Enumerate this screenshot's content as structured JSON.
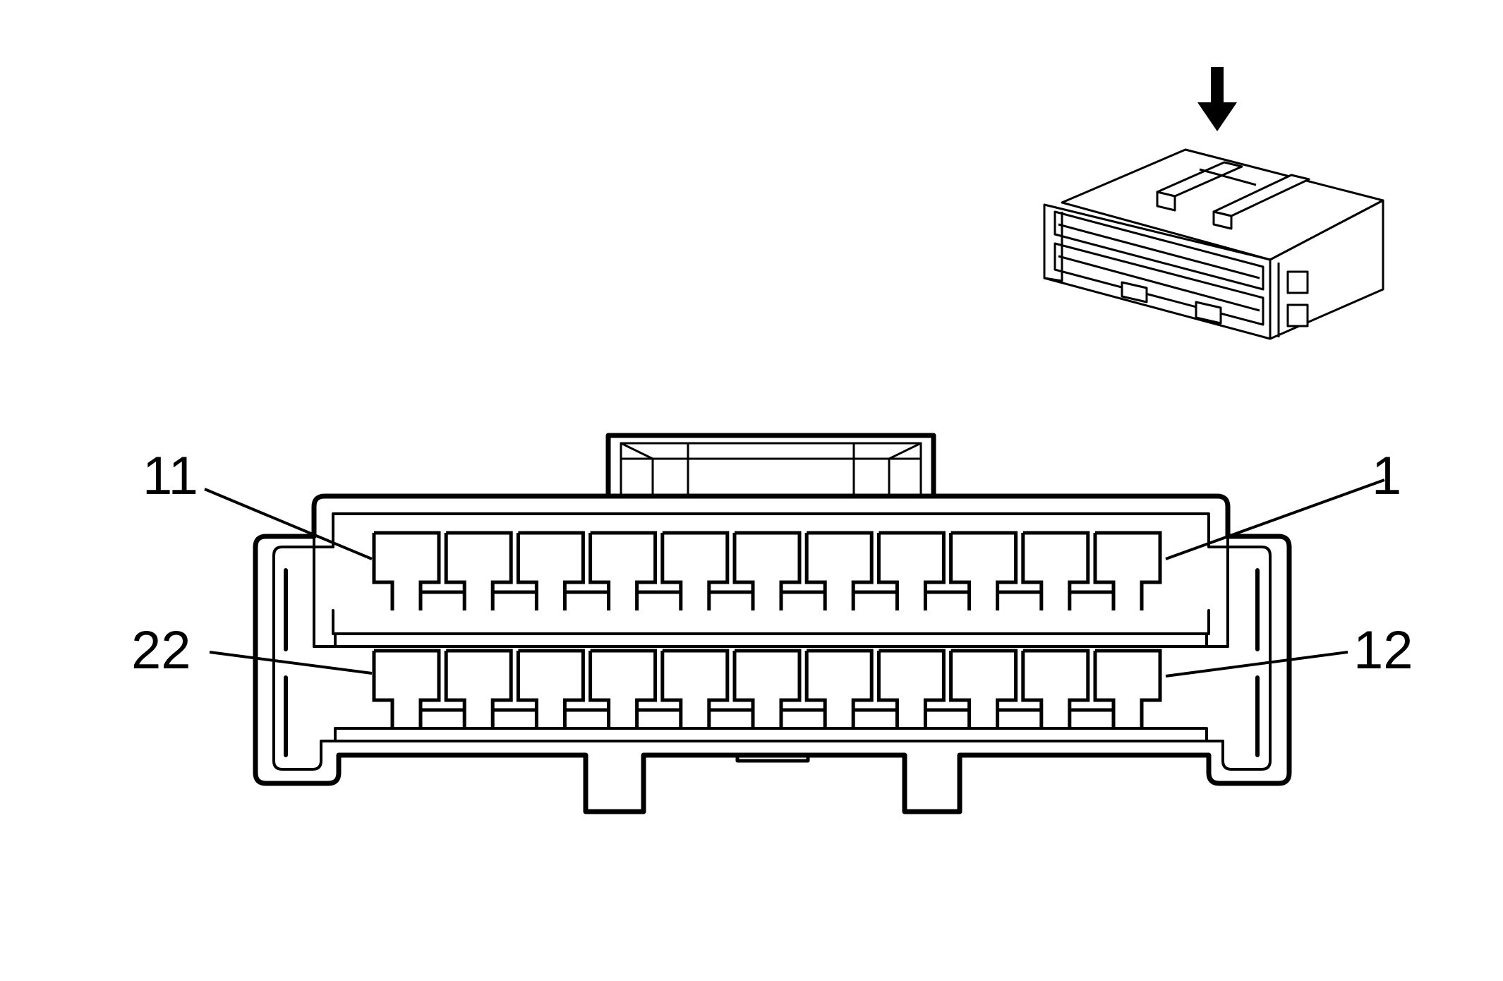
{
  "diagram": {
    "pin_labels": {
      "top_left": "11",
      "top_right": "1",
      "bottom_left": "22",
      "bottom_right": "12"
    },
    "terminals_per_row": 11,
    "rows": 2,
    "line_color": "#000000",
    "background_color": "#ffffff",
    "icons": [
      "down-arrow-icon",
      "connector-isometric-icon"
    ]
  }
}
